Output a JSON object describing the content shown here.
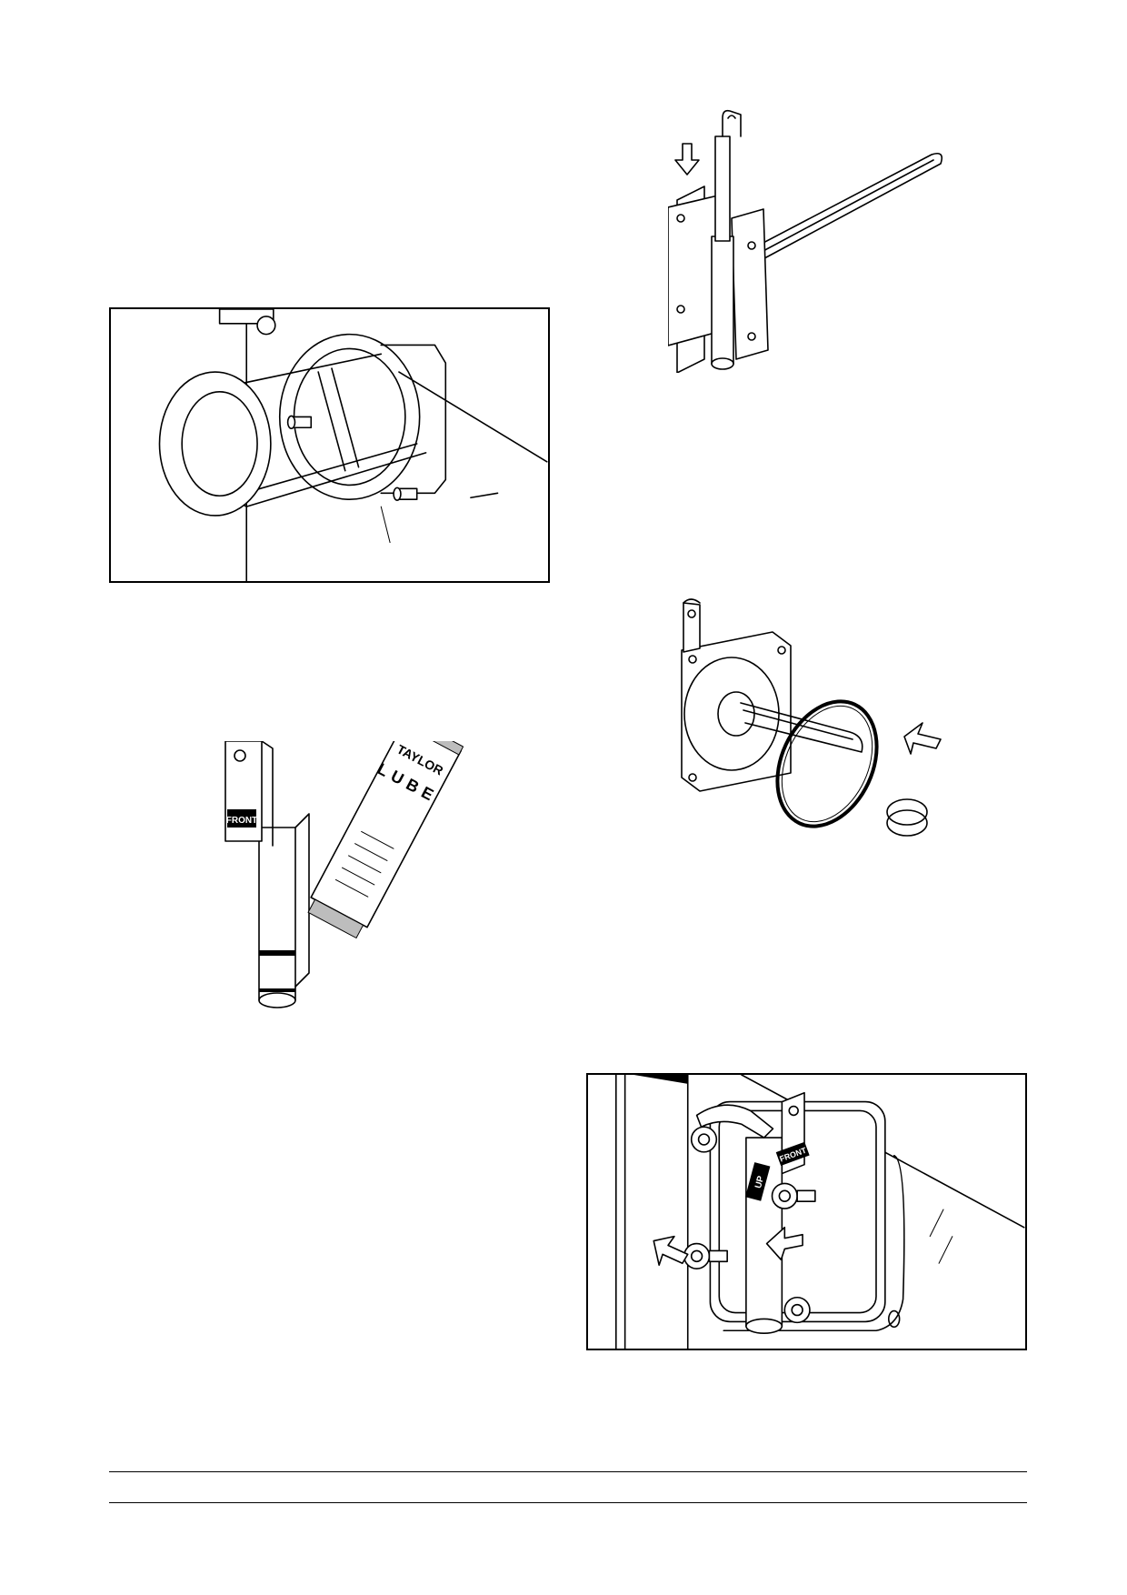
{
  "figures": {
    "spring_sleeve_photo": {},
    "heater_bracket_insert": {},
    "heater_oring_install": {},
    "draw_tube_lube": {
      "tube_label": "FRONT",
      "lube_brand": "TAYLOR",
      "lube_word": "LUBE"
    },
    "door_assembly_mount": {
      "tube_label": "UP",
      "bracket_label": "FRONT"
    }
  },
  "colors": {
    "ink": "#000000",
    "paper": "#ffffff",
    "shade": "#bdbdbd"
  }
}
